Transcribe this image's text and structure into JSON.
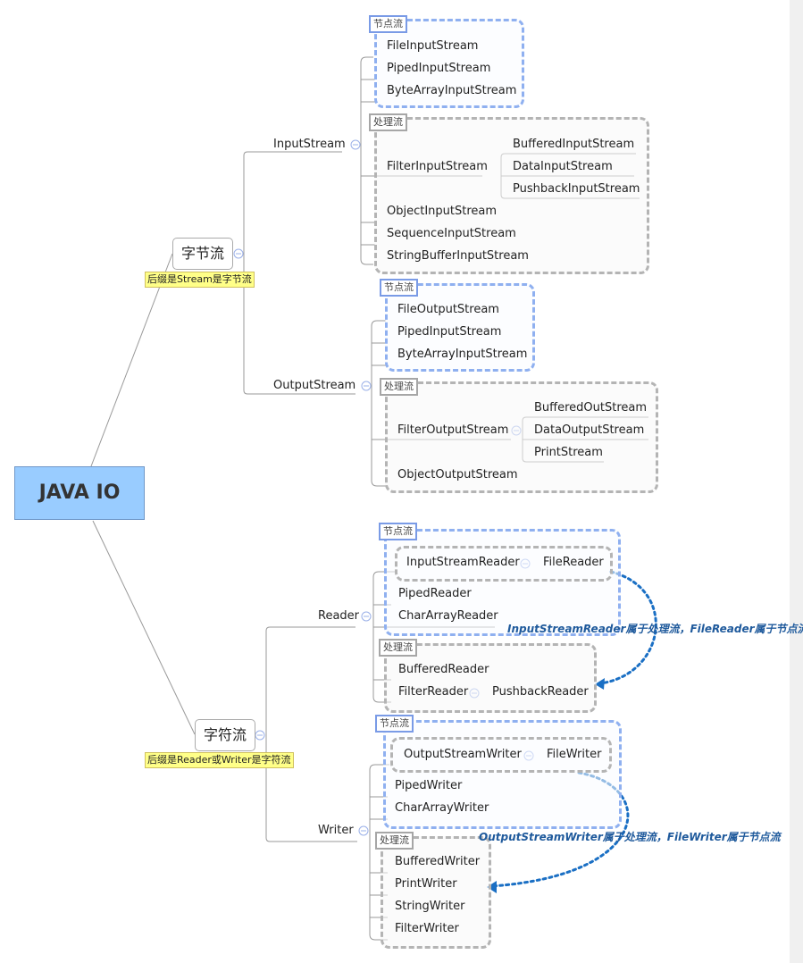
{
  "root": "JAVA IO",
  "byte_stream": {
    "title": "字节流",
    "note": "后缀是Stream是字节流",
    "input": {
      "label": "InputStream",
      "node_tag": "节点流",
      "node_items": [
        "FileInputStream",
        "PipedInputStream",
        "ByteArrayInputStream"
      ],
      "proc_tag": "处理流",
      "filter": "FilterInputStream",
      "filter_children": [
        "BufferedInputStream",
        "DataInputStream",
        "PushbackInputStream"
      ],
      "proc_items": [
        "ObjectInputStream",
        "SequenceInputStream",
        "StringBufferInputStream"
      ]
    },
    "output": {
      "label": "OutputStream",
      "node_tag": "节点流",
      "node_items": [
        "FileOutputStream",
        "PipedInputStream",
        "ByteArrayInputStream"
      ],
      "proc_tag": "处理流",
      "filter": "FilterOutputStream",
      "filter_children": [
        "BufferedOutStream",
        "DataOutputStream",
        "PrintStream"
      ],
      "proc_items": [
        "ObjectOutputStream"
      ]
    }
  },
  "char_stream": {
    "title": "字符流",
    "note": "后缀是Reader或Writer是字符流",
    "reader": {
      "label": "Reader",
      "node_tag": "节点流",
      "isr": "InputStreamReader",
      "file_reader": "FileReader",
      "node_items": [
        "PipedReader",
        "CharArrayReader"
      ],
      "proc_tag": "处理流",
      "buffered": "BufferedReader",
      "filter": "FilterReader",
      "pushback": "PushbackReader",
      "annotation": "InputStreamReader属于处理流，FileReader属于节点流"
    },
    "writer": {
      "label": "Writer",
      "node_tag": "节点流",
      "osw": "OutputStreamWriter",
      "file_writer": "FileWriter",
      "node_items": [
        "PipedWriter",
        "CharArrayWriter"
      ],
      "proc_tag": "处理流",
      "proc_items": [
        "BufferedWriter",
        "PrintWriter",
        "StringWriter",
        "FilterWriter"
      ],
      "annotation": "OutputStreamWriter属于处理流，FileWriter属于节点流"
    }
  },
  "colors": {
    "root_fill": "#99ccff",
    "node_stream_border": "#8fb0f0",
    "proc_stream_border": "#b4b4b4",
    "note_fill": "#ffff88",
    "annotation_text": "#1f5a9c",
    "arrow": "#1a6fc4",
    "collapse_icon": "#7a9be6"
  }
}
